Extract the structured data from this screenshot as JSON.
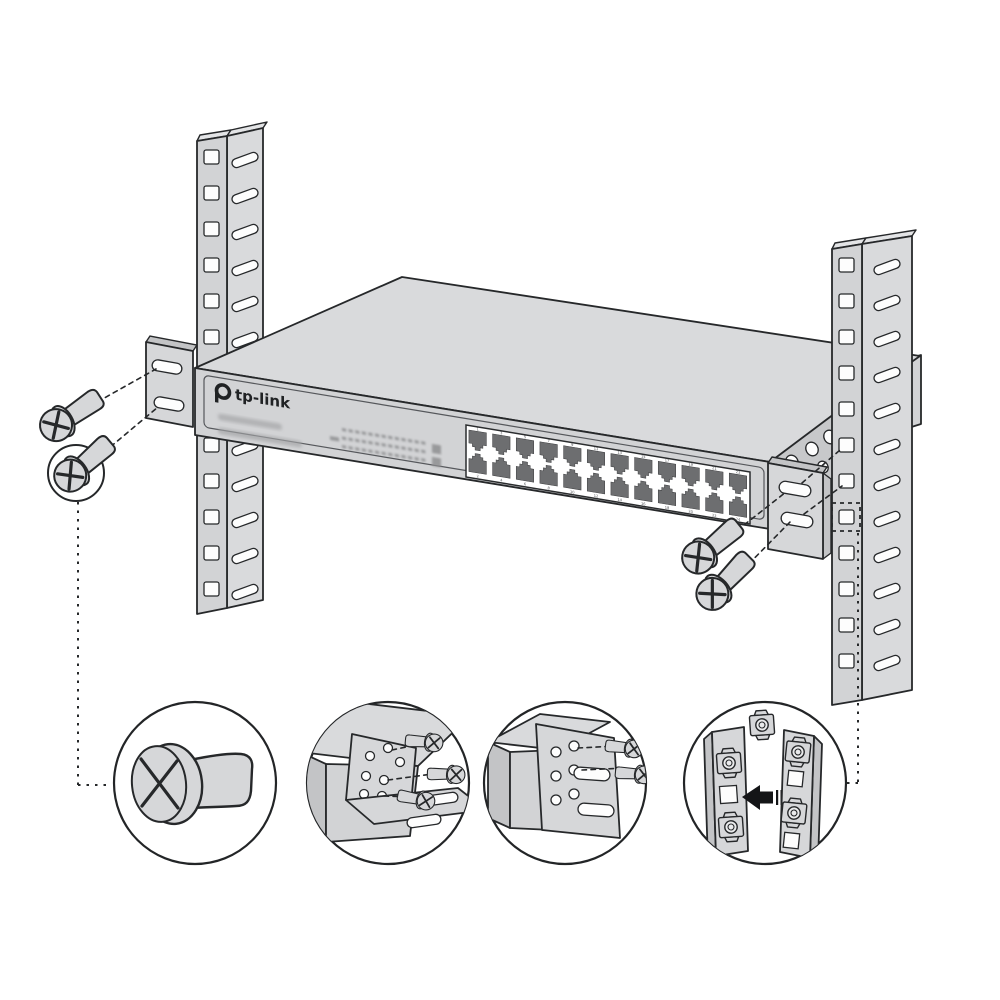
{
  "diagram": {
    "type": "installation-illustration",
    "subject": "Mounting a rack switch to rack posts with brackets, screws and cage nuts",
    "device": {
      "brand_logo": "tp-link",
      "blurred_text_lines": 2,
      "led_block": "blurred",
      "ports": {
        "total": 24,
        "rows": 2,
        "columns": 12,
        "numbering": "odd-top-even-bottom"
      }
    },
    "rack": {
      "left_rail_hole_rows": 13,
      "right_rail_hole_rows": 12,
      "led_dash_rows": 3,
      "led_dashes_per_row": 13
    },
    "hardware": {
      "screws_main": 4,
      "screws_circled": 1,
      "cage_nuts": 5
    },
    "callouts": [
      {
        "index": 1,
        "label": "screw-detail"
      },
      {
        "index": 2,
        "label": "attach-bracket-to-switch-side"
      },
      {
        "index": 3,
        "label": "attach-bracket-front-view"
      },
      {
        "index": 4,
        "label": "insert-cage-nuts-into-rail"
      }
    ],
    "colors": {
      "background": "#ffffff",
      "metal_light": "#d6d7d9",
      "metal_top": "#d9dadc",
      "metal_face": "#d2d3d5",
      "metal_dark": "#c3c4c6",
      "outline": "#26282a",
      "port_dark": "#6d6e70",
      "panel_white": "#ffffff",
      "arrow_black": "#141517"
    }
  }
}
